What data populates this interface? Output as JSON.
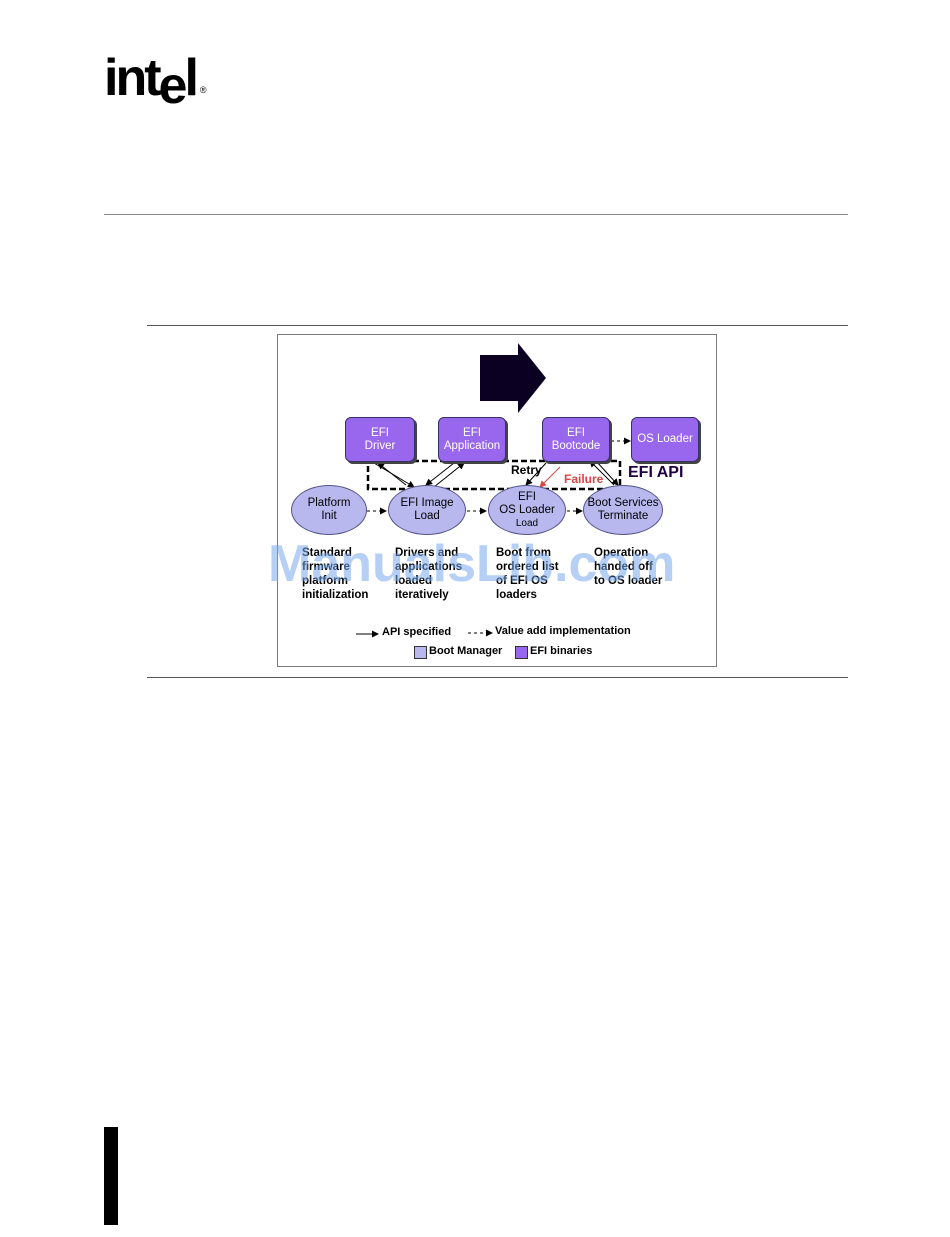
{
  "logo": {
    "text": "int",
    "text_e": "e",
    "text_l": "l",
    "registered": "®"
  },
  "diagram": {
    "efi_nodes": [
      {
        "line1": "EFI",
        "line2": "Driver"
      },
      {
        "line1": "EFI",
        "line2": "Application"
      },
      {
        "line1": "EFI",
        "line2": "Bootcode"
      },
      {
        "line1": "OS Loader",
        "line2": ""
      }
    ],
    "boot_nodes": [
      {
        "line1": "Platform",
        "line2": "Init",
        "line3": ""
      },
      {
        "line1": "EFI Image",
        "line2": "Load",
        "line3": ""
      },
      {
        "line1": "EFI",
        "line2": "OS Loader",
        "line3": "Load"
      },
      {
        "line1": "Boot Services",
        "line2": "Terminate",
        "line3": ""
      }
    ],
    "captions": [
      {
        "line1": "Standard",
        "line2": "firmware",
        "line3": "platform",
        "line4": "initialization"
      },
      {
        "line1": "Drivers and",
        "line2": "applications",
        "line3": "loaded",
        "line4": "iteratively"
      },
      {
        "line1": "Boot from",
        "line2": "ordered list",
        "line3": "of EFI OS",
        "line4": "loaders"
      },
      {
        "line1": "Operation",
        "line2": "handed off",
        "line3": "to OS loader",
        "line4": ""
      }
    ],
    "retry_label": "Retry",
    "failure_label": "Failure",
    "efi_api_label": "EFI API",
    "legend": {
      "api_specified": "API specified",
      "value_add": "Value add implementation",
      "boot_manager": "Boot Manager",
      "efi_binaries": "EFI binaries"
    }
  },
  "watermark": "ManualsLib.com",
  "colors": {
    "efi_binary": "#9966ee",
    "boot_manager": "#b8b8ee",
    "failure": "#dd4444"
  }
}
